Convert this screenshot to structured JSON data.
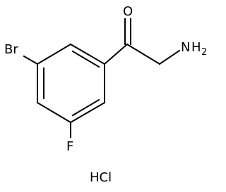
{
  "molecule": {
    "atoms": {
      "bromine": "Br",
      "oxygen": "O",
      "amine_n": "N",
      "amine_h": "H",
      "amine_subscript": "2",
      "fluorine": "F"
    },
    "salt": "HCl"
  },
  "colors": {
    "ink": "#000000",
    "background": "#ffffff"
  }
}
